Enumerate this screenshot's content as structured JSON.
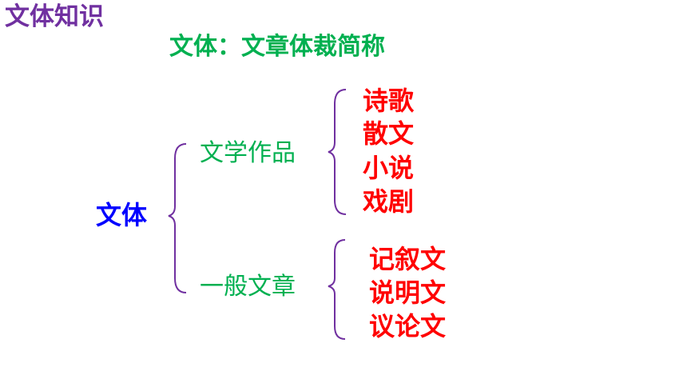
{
  "title": "文体知识",
  "definition": "文体：文章体裁简称",
  "root": {
    "label": "文体"
  },
  "branches": [
    {
      "label": "文学作品",
      "items": [
        "诗歌",
        "散文",
        "小说",
        "戏剧"
      ]
    },
    {
      "label": "一般文章",
      "items": [
        "记叙文",
        "说明文",
        "议论文"
      ]
    }
  ],
  "colors": {
    "title": "#7030a0",
    "definition": "#00b050",
    "root": "#0000ff",
    "branch": "#00b050",
    "leaf": "#ff0000",
    "brace": "#7030a0"
  }
}
